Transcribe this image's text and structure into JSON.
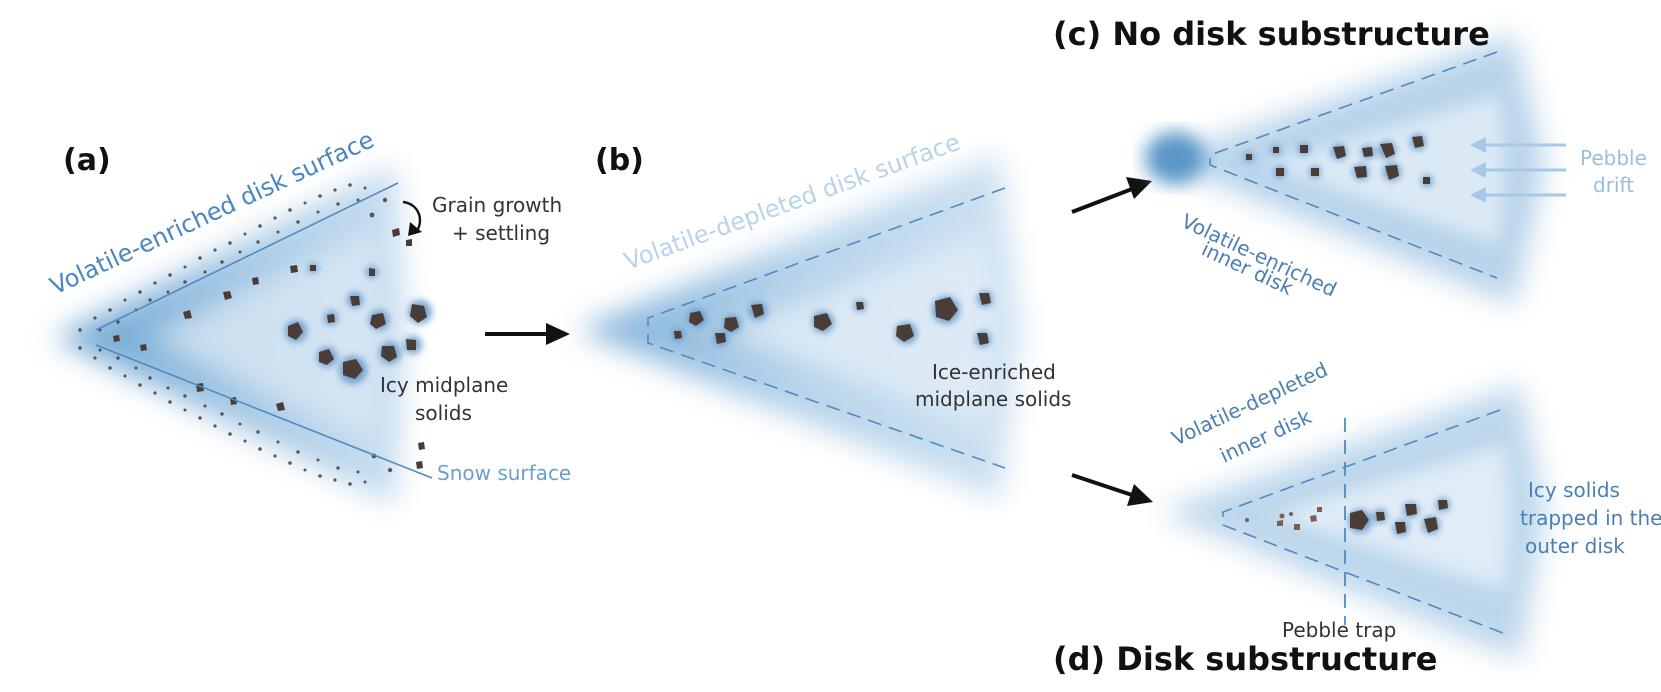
{
  "panels": {
    "a": {
      "letter": "(a)",
      "surface_label": "Volatile-enriched disk surface",
      "growth_label": [
        "Grain growth",
        "+ settling"
      ],
      "midplane_label": [
        "Icy midplane",
        "solids"
      ],
      "snow_label": "Snow surface"
    },
    "b": {
      "letter": "(b)",
      "surface_label": "Volatile-depleted disk surface",
      "midplane_label": [
        "Ice-enriched",
        "midplane solids"
      ]
    },
    "c": {
      "title": "(c) No disk substructure",
      "inner_label": [
        "Volatile-enriched",
        "inner disk"
      ],
      "drift_label": [
        "Pebble",
        "drift"
      ]
    },
    "d": {
      "title": "(d) Disk substructure",
      "inner_label": [
        "Volatile-depleted",
        "inner disk"
      ],
      "trapped_label": [
        "Icy solids",
        "trapped in the",
        "outer disk"
      ],
      "trap_label": "Pebble trap"
    }
  },
  "colors": {
    "disk_light": "#d6e7f4",
    "disk_dark": "#5f9ccc",
    "rock": "#4a3d38",
    "dashed_line": "#4f8ac2",
    "arrow": "#111111",
    "drift_arrow": "#a9c8e6"
  }
}
